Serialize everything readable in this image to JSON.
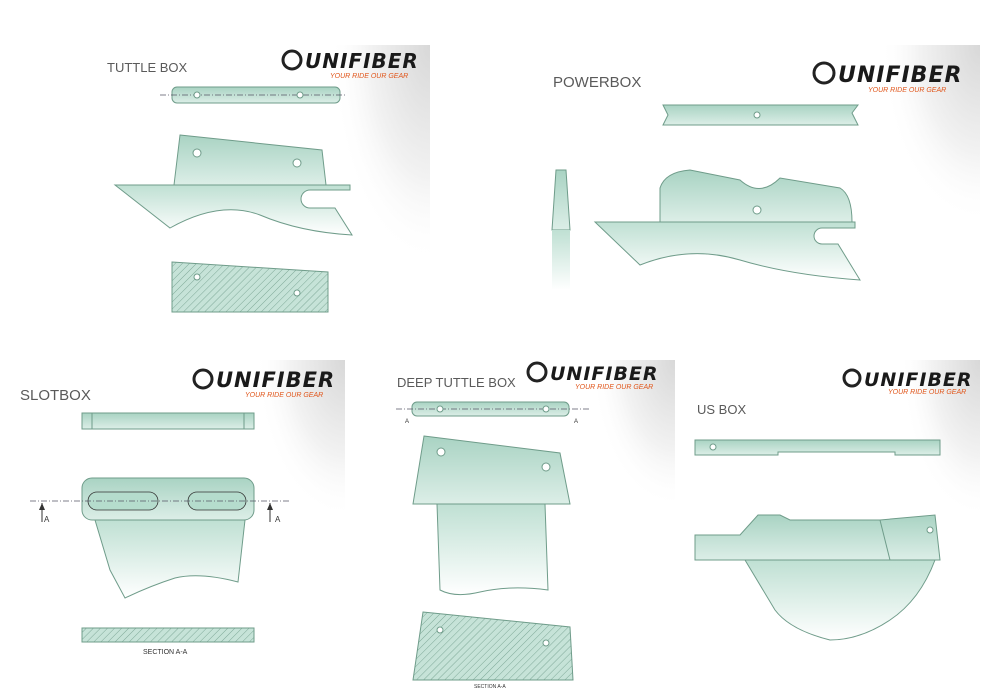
{
  "brand": {
    "name": "UNIFIBER",
    "tagline": "YOUR RIDE OUR GEAR",
    "accent": "#e0561b",
    "part_color": "#a9d3c3"
  },
  "panels": [
    {
      "title": "TUTTLE BOX"
    },
    {
      "title": "POWERBOX"
    },
    {
      "title": "SLOTBOX",
      "section_label": "SECTION A-A",
      "marker": "A"
    },
    {
      "title": "DEEP TUTTLE BOX",
      "section_label": "SECTION A-A",
      "marker": "A"
    },
    {
      "title": "US BOX"
    }
  ]
}
